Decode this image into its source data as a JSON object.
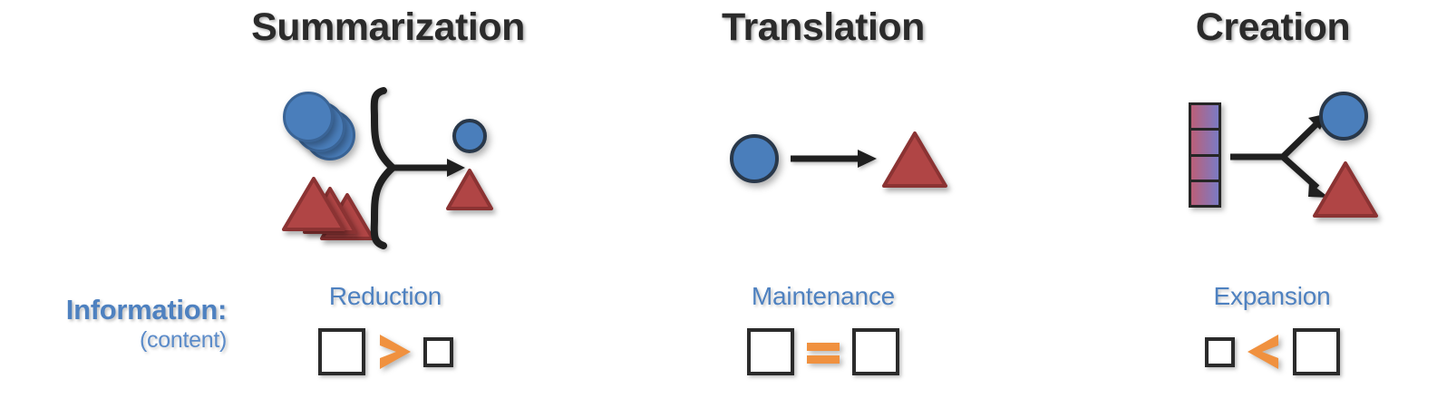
{
  "columns": [
    {
      "title": "Summarization",
      "sub_label": "Reduction",
      "comparison": {
        "left_size": "big",
        "operator": ">",
        "right_size": "small"
      },
      "inputs": {
        "circles": 3,
        "triangles": 3
      },
      "outputs": {
        "circles": 1,
        "triangles": 1
      },
      "connector": "brace-arrow"
    },
    {
      "title": "Translation",
      "sub_label": "Maintenance",
      "comparison": {
        "left_size": "big",
        "operator": "=",
        "right_size": "big"
      },
      "inputs": {
        "circles": 1,
        "triangles": 0
      },
      "outputs": {
        "circles": 0,
        "triangles": 1
      },
      "connector": "straight-arrow"
    },
    {
      "title": "Creation",
      "sub_label": "Expansion",
      "comparison": {
        "left_size": "small",
        "operator": "<",
        "right_size": "big"
      },
      "inputs": {
        "stack_cells": 4
      },
      "outputs": {
        "circles": 1,
        "triangles": 1
      },
      "connector": "branch-arrow"
    }
  ],
  "row_label": {
    "title": "Information:",
    "subtitle": "(content)"
  },
  "colors": {
    "circle_fill": "#4A7EBB",
    "circle_stroke": "#3A6496",
    "triangle_fill": "#B04545",
    "triangle_stroke": "#8B3333",
    "label_blue": "#4E81C0",
    "operator_orange": "#F0913F",
    "outline_dark": "#2b2b2b",
    "gradient_start": "#BC5F78",
    "gradient_end": "#7B7BC4"
  }
}
